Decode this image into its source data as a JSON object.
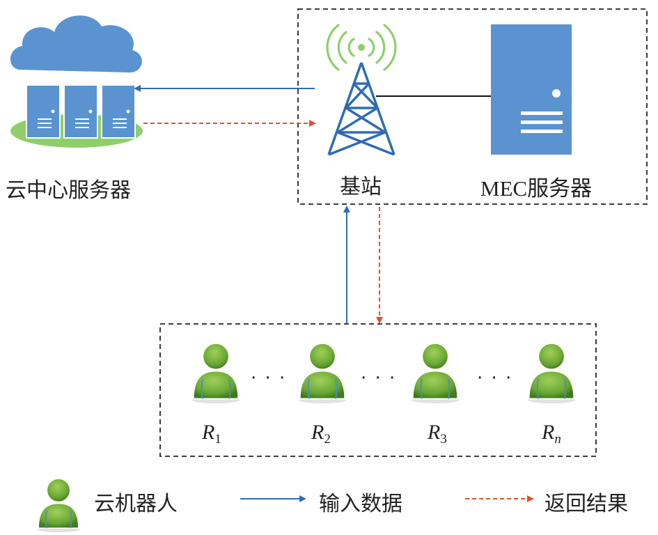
{
  "cloud_label": "云中心服务器",
  "base_station_label": "基站",
  "mec_label": "MEC服务器",
  "robots": [
    {
      "letter": "R",
      "index": "1"
    },
    {
      "letter": "R",
      "index": "2"
    },
    {
      "letter": "R",
      "index": "3"
    },
    {
      "letter": "R",
      "index": "n"
    }
  ],
  "ellipsis": "· · ·",
  "legend": {
    "robot": "云机器人",
    "input": "输入数据",
    "result": "返回结果"
  },
  "colors": {
    "input_arrow": "#2e6bb5",
    "result_arrow": "#e2502a",
    "server_blue": "#5a93d0",
    "signal_green": "#8fcf6a",
    "robot_green": "#6aa632"
  }
}
